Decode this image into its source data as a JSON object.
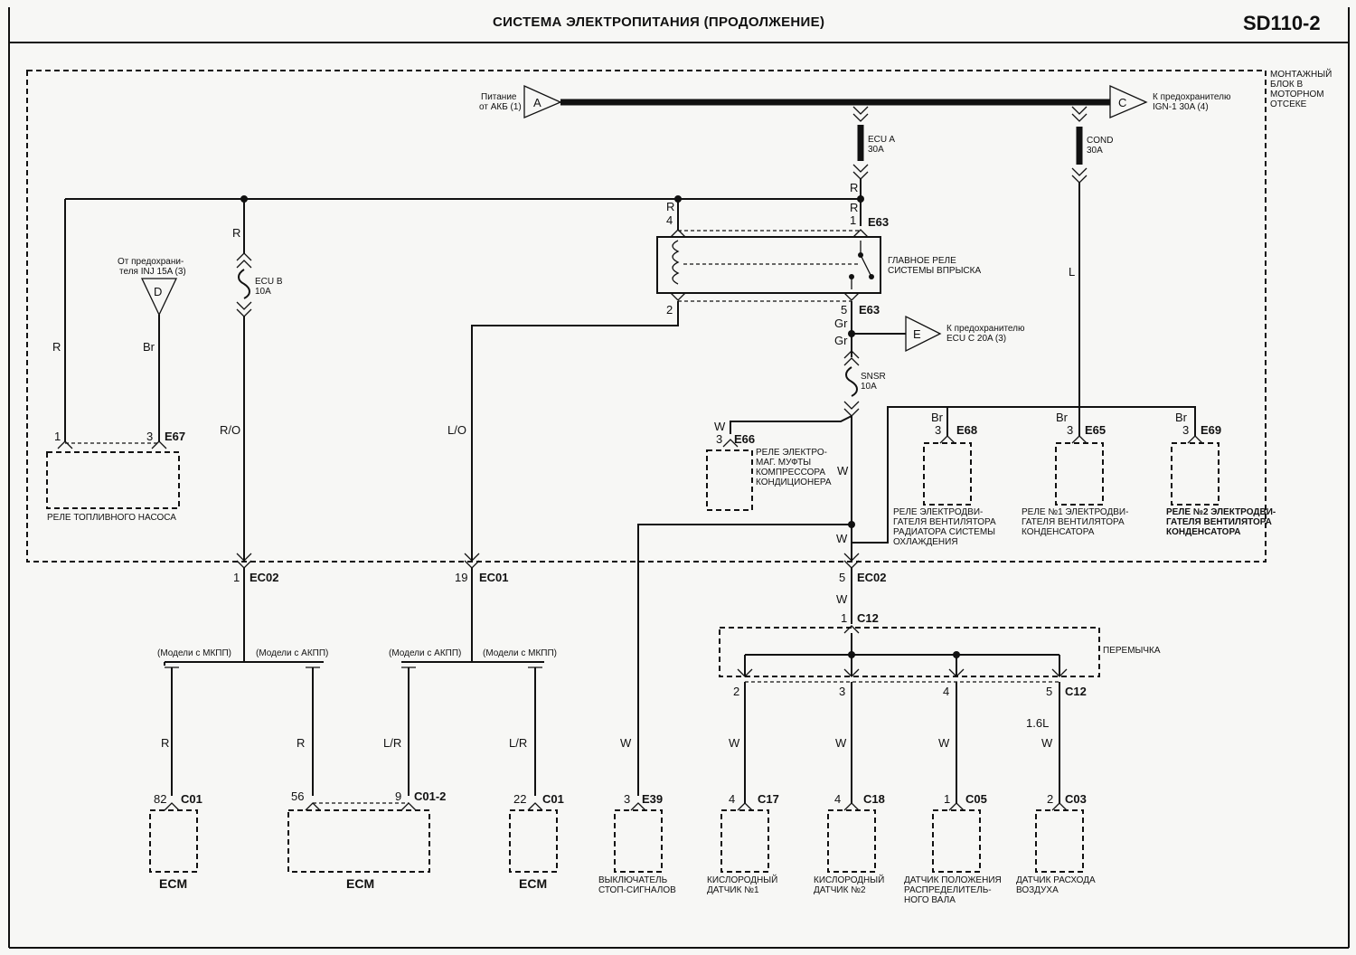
{
  "header": {
    "title": "СИСТЕМА ЭЛЕКТРОПИТАНИЯ (ПРОДОЛЖЕНИЕ)",
    "code": "SD110-2"
  },
  "engine_box": {
    "label": [
      "МОНТАЖНЫЙ",
      "БЛОК В",
      "МОТОРНОМ",
      "ОТСЕКЕ"
    ]
  },
  "terminals": {
    "A": {
      "letter": "A",
      "desc": [
        "Питание",
        "от АКБ (1)"
      ]
    },
    "C": {
      "letter": "C",
      "desc": [
        "К предохранителю",
        "IGN-1 30A (4)"
      ]
    },
    "D": {
      "letter": "D",
      "desc": [
        "От предохрани-",
        "теля INJ 15A (3)"
      ]
    },
    "E": {
      "letter": "E",
      "desc": [
        "К предохранителю",
        "ECU C 20A (3)"
      ]
    }
  },
  "fuses": {
    "ecu_a": [
      "ECU A",
      "30A"
    ],
    "cond": [
      "COND",
      "30A"
    ],
    "ecu_b": [
      "ECU B",
      "10A"
    ],
    "snsr": [
      "SNSR",
      "10A"
    ]
  },
  "main_relay": {
    "label": [
      "ГЛАВНОЕ РЕЛЕ",
      "СИСТЕМЫ ВПРЫСКА"
    ],
    "conn_top": "E63",
    "conn_bottom": "E63",
    "pin_4": "4",
    "pin_1": "1",
    "pin_2": "2",
    "pin_5": "5"
  },
  "wires": {
    "R": "R",
    "Br": "Br",
    "RO": "R/O",
    "LO": "L/O",
    "Gr": "Gr",
    "W": "W",
    "L": "L",
    "LR": "L/R",
    "L16": "1.6L"
  },
  "e67": {
    "conn": "E67",
    "pin1": "1",
    "pin3": "3",
    "label": "РЕЛЕ ТОПЛИВНОГО НАСОСА"
  },
  "e66": {
    "conn": "E66",
    "pin": "3",
    "label": [
      "РЕЛЕ ЭЛЕКТРО-",
      "МАГ. МУФТЫ",
      "КОМПРЕССОРА",
      "КОНДИЦИОНЕРА"
    ]
  },
  "e68": {
    "conn": "E68",
    "pin": "3",
    "label": [
      "РЕЛЕ ЭЛЕКТРОДВИ-",
      "ГАТЕЛЯ ВЕНТИЛЯТОРА",
      "РАДИАТОРА СИСТЕМЫ",
      "ОХЛАЖДЕНИЯ"
    ]
  },
  "e65": {
    "conn": "E65",
    "pin": "3",
    "label": [
      "РЕЛЕ №1 ЭЛЕКТРОДВИ-",
      "ГАТЕЛЯ ВЕНТИЛЯТОРА",
      "КОНДЕНСАТОРА"
    ]
  },
  "e69": {
    "conn": "E69",
    "pin": "3",
    "label": [
      "РЕЛЕ №2 ЭЛЕКТРОДВИ-",
      "ГАТЕЛЯ ВЕНТИЛЯТОРА",
      "КОНДЕНСАТОРА"
    ]
  },
  "connectors": {
    "ec02_1": {
      "pin": "1",
      "conn": "EC02"
    },
    "ec01_19": {
      "pin": "19",
      "conn": "EC01"
    },
    "ec02_5": {
      "pin": "5",
      "conn": "EC02"
    },
    "c12_top": {
      "pin": "1",
      "conn": "C12"
    },
    "c12_bottom": {
      "conn": "C12",
      "pins": [
        "2",
        "3",
        "4",
        "5"
      ]
    }
  },
  "jumper": {
    "label": "ПЕРЕМЫЧКА"
  },
  "branches": {
    "mkpp": "(Модели с МКПП)",
    "akpp": "(Модели с АКПП)"
  },
  "ecm1": {
    "pin": "82",
    "conn": "C01",
    "label": "ECM"
  },
  "ecm2": {
    "pin_a": "56",
    "pin_b": "9",
    "conn": "C01-2",
    "label": "ECM"
  },
  "ecm3": {
    "pin": "22",
    "conn": "C01",
    "label": "ECM"
  },
  "e39": {
    "pin": "3",
    "conn": "E39",
    "label": [
      "ВЫКЛЮЧАТЕЛЬ",
      "СТОП-СИГНАЛОВ"
    ]
  },
  "c17": {
    "pin": "4",
    "conn": "C17",
    "label": [
      "КИСЛОРОДНЫЙ",
      "ДАТЧИК №1"
    ]
  },
  "c18": {
    "pin": "4",
    "conn": "C18",
    "label": [
      "КИСЛОРОДНЫЙ",
      "ДАТЧИК №2"
    ]
  },
  "c05": {
    "pin": "1",
    "conn": "C05",
    "label": [
      "ДАТЧИК ПОЛОЖЕНИЯ",
      "РАСПРЕДЕЛИТЕЛЬ-",
      "НОГО ВАЛА"
    ]
  },
  "c03": {
    "pin": "2",
    "conn": "C03",
    "label": [
      "ДАТЧИК РАСХОДА",
      "ВОЗДУХА"
    ]
  }
}
